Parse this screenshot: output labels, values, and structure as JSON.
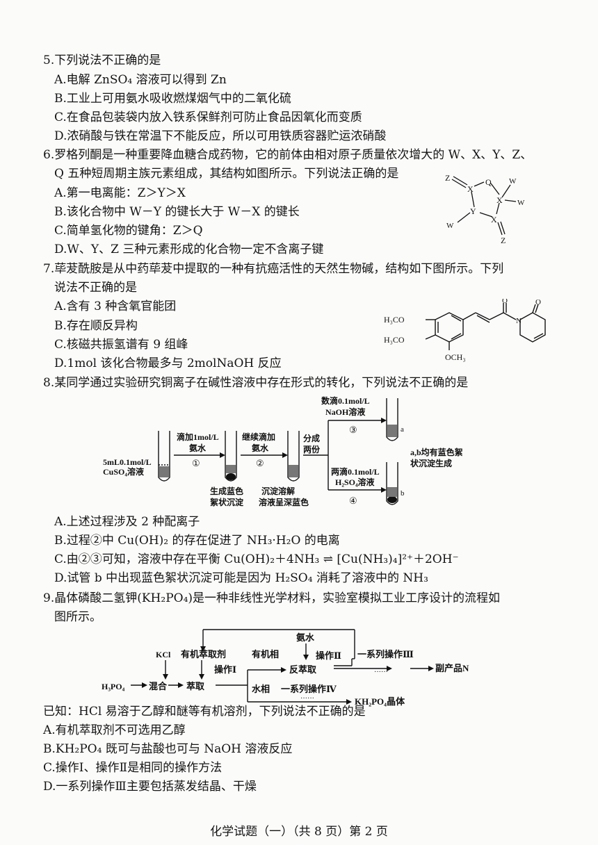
{
  "questions": {
    "q5": {
      "stem": "5.下列说法不正确的是",
      "options": {
        "a": "A.电解 ZnSO₄ 溶液可以得到 Zn",
        "b": "B.工业上可用氨水吸收燃煤烟气中的二氧化硫",
        "c": "C.在食品包装袋内放入铁系保鲜剂可防止食品因氧化而变质",
        "d": "D.浓硝酸与铁在常温下不能反应，所以可用铁质容器贮运浓硝酸"
      }
    },
    "q6": {
      "stem1": "6.罗格列酮是一种重要降血糖合成药物，它的前体由相对原子质量依次增大的 W、X、Y、Z、",
      "stem2": "Q 五种短周期主族元素组成，其结构如图所示。下列说法正确的是",
      "options": {
        "a": "A.第一电离能：Z＞Y＞X",
        "b": "B.该化合物中 W－Y 的键长大于 W－X 的键长",
        "c": "C.简单氢化物的键角：Z＞Q",
        "d": "D.W、Y、Z 三种元素形成的化合物一定不含离子键"
      },
      "structure_labels": {
        "z1": "Z",
        "x1": "X",
        "q": "Q",
        "x2": "X",
        "w1": "W",
        "w2": "W",
        "y": "Y",
        "w3": "W",
        "x3": "X",
        "z2": "Z"
      }
    },
    "q7": {
      "stem1": "7.荜茇酰胺是从中药荜茇中提取的一种有抗癌活性的天然生物碱，结构如下图所示。下列",
      "stem2": "说法不正确的是",
      "options": {
        "a": "A.含有 3 种含氧官能团",
        "b": "B.存在顺反异构",
        "c": "C.核磁共振氢谱有 9 组峰",
        "d": "D.1mol 该化合物最多与 2molNaOH 反应"
      },
      "structure_labels": {
        "o1": "O",
        "o2": "O",
        "n": "N",
        "ome1": "H₃CO",
        "ome2": "H₃CO",
        "ome3": "OCH₃"
      }
    },
    "q8": {
      "stem": "8.某同学通过实验研究铜离子在碱性溶液中存在形式的转化，下列说法不正确的是",
      "diagram": {
        "start1": "5mL0.1mol/L",
        "start2": "CuSO₄溶液",
        "step1a": "滴加1mol/L",
        "step1b": "氨水",
        "step1c": "①",
        "obs1a": "生成蓝色",
        "obs1b": "絮状沉淀",
        "step2a": "继续滴加",
        "step2b": "氨水",
        "step2c": "②",
        "obs2a": "沉淀溶解",
        "obs2b": "溶液呈深蓝色",
        "split1": "分成",
        "split2": "两份",
        "step3a": "数滴0.1mol/L",
        "step3b": "NaOH溶液",
        "step3c": "③",
        "tube_a": "a",
        "step4a": "两滴0.1mol/L",
        "step4b": "H₂SO₄溶液",
        "step4c": "④",
        "tube_b": "b",
        "result1": "a,b均有蓝色絮",
        "result2": "状沉淀生成"
      },
      "options": {
        "a": "A.上述过程涉及 2 种配离子",
        "b": "B.过程②中 Cu(OH)₂ 的存在促进了 NH₃·H₂O 的电离",
        "c": "C.由②③可知，溶液中存在平衡 Cu(OH)₂＋4NH₃ ⇌ [Cu(NH₃)₄]²⁺＋2OH⁻",
        "d": "D.试管 b 中出现蓝色絮状沉淀可能是因为 H₂SO₄ 消耗了溶液中的 NH₃"
      }
    },
    "q9": {
      "stem1": "9.晶体磷酸二氢钾(KH₂PO₄)是一种非线性光学材料，实验室模拟工业工序设计的流程如",
      "stem2": "图所示。",
      "flow": {
        "h3po4": "H₃PO₄",
        "kcl": "KCl",
        "mix": "混合",
        "extractant": "有机萃取剂",
        "extract": "萃取",
        "op1": "操作Ⅰ",
        "organic": "有机相",
        "ammonia": "氨水",
        "back_extract": "反萃取",
        "op2": "操作Ⅱ",
        "series3": "一系列操作Ⅲ",
        "dots1": "······",
        "byproduct": "副产品N",
        "aqueous": "水相",
        "series4": "一系列操作Ⅳ",
        "dots2": "······",
        "crystal": "KH₂PO₄晶体"
      },
      "given": "已知：HCl 易溶于乙醇和醚等有机溶剂，下列说法不正确的是",
      "options": {
        "a": "A.有机萃取剂不可选用乙醇",
        "b": "B.KH₂PO₄ 既可与盐酸也可与 NaOH 溶液反应",
        "c": "C.操作Ⅰ、操作Ⅱ是相同的操作方法",
        "d": "D.一系列操作Ⅲ主要包括蒸发结晶、干燥"
      }
    }
  },
  "footer": "化学试题（一）（共 8 页）第 2 页"
}
